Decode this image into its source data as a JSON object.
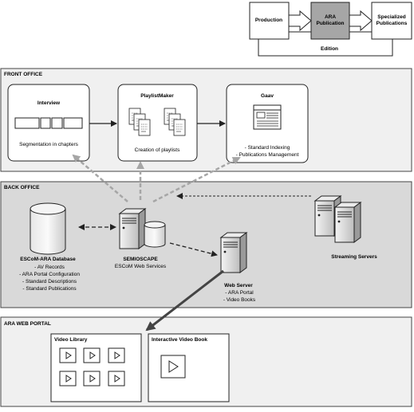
{
  "top_flow": {
    "production": "Production",
    "publication": [
      "ARA",
      "Publication"
    ],
    "specialized": [
      "Specialized",
      "Publications"
    ],
    "edition": "Edition"
  },
  "front_office": {
    "title": "FRONT OFFICE",
    "interview": {
      "title": "Interview",
      "caption": "Segmentation in chapters"
    },
    "playlistmaker": {
      "title": "PlaylistMaker",
      "caption": "Creation of playlists"
    },
    "gaav": {
      "title": "Gaav",
      "lines": [
        "- Standard Indexing",
        "- Publications Management"
      ]
    }
  },
  "back_office": {
    "title": "BACK OFFICE",
    "database": {
      "title": "ESCoM-ARA Database",
      "lines": [
        "- AV Records",
        "- ARA Portal Configuration",
        "- Standard Descriptions",
        "- Standard Publications"
      ]
    },
    "semioscape": {
      "title": "SEMIOSCAPE",
      "subtitle": "ESCoM Web Services"
    },
    "streaming": {
      "title": "Streaming Servers"
    },
    "webserver": {
      "title": "Web Server",
      "lines": [
        "- ARA Portal",
        "- Video Books"
      ]
    }
  },
  "web_portal": {
    "title": "ARA WEB PORTAL",
    "video_library": {
      "title": "Video Library"
    },
    "interactive_book": {
      "title": "Interactive Video Book"
    }
  },
  "colors": {
    "section_fill": "#eeeeee",
    "back_office_fill": "#d9d9d9",
    "publication_fill": "#a6a6a6",
    "gray_arrow": "#a6a6a6",
    "server_fill": "#dcdcdc",
    "dark": "#222222"
  }
}
